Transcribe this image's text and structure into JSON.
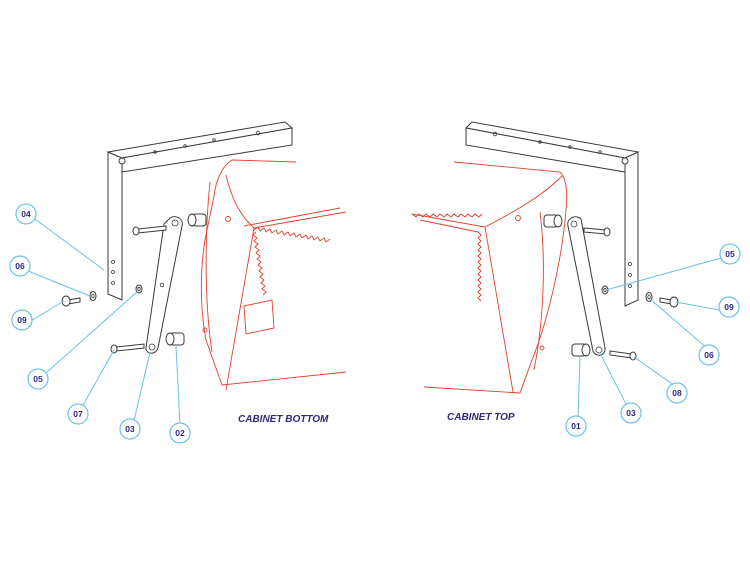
{
  "labels": {
    "cabinet_bottom": "CABINET BOTTOM",
    "cabinet_top": "CABINET TOP"
  },
  "callouts": [
    {
      "id": "c04",
      "text": "04"
    },
    {
      "id": "c06l",
      "text": "06"
    },
    {
      "id": "c09l",
      "text": "09"
    },
    {
      "id": "c05l",
      "text": "05"
    },
    {
      "id": "c07",
      "text": "07"
    },
    {
      "id": "c03l",
      "text": "03"
    },
    {
      "id": "c02",
      "text": "02"
    },
    {
      "id": "c05r",
      "text": "05"
    },
    {
      "id": "c09r",
      "text": "09"
    },
    {
      "id": "c06r",
      "text": "06"
    },
    {
      "id": "c08",
      "text": "08"
    },
    {
      "id": "c03r",
      "text": "03"
    },
    {
      "id": "c01",
      "text": "01"
    }
  ],
  "colors": {
    "callout_stroke": "#6cc1e3",
    "label_text": "#2e2a7a",
    "cabinet_outline": "#e0412f",
    "hardware_outline": "#3a3a3a"
  }
}
